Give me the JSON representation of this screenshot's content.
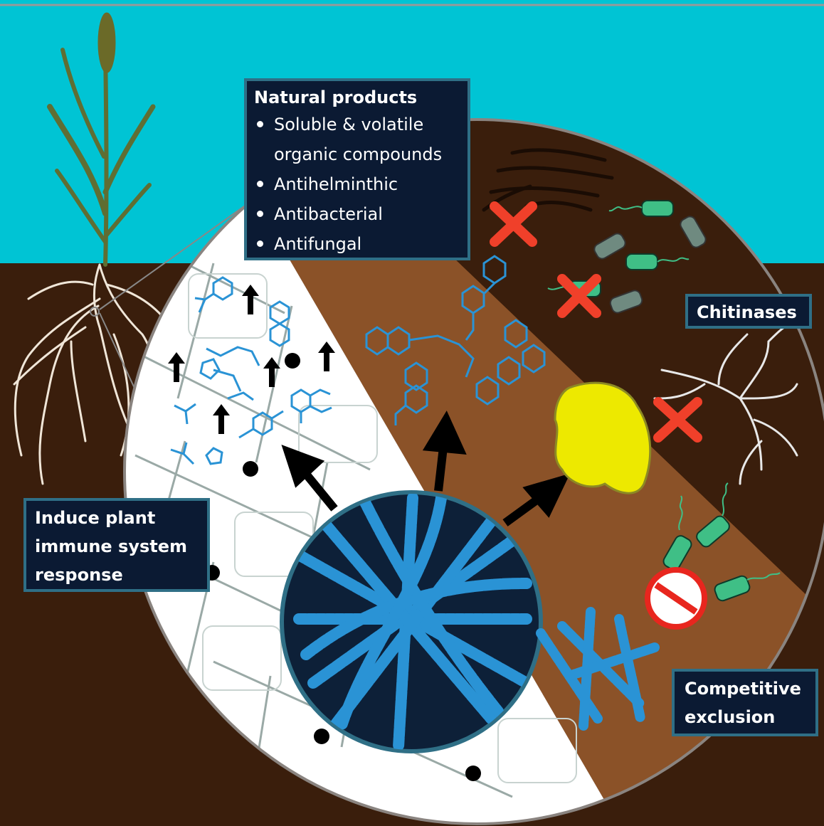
{
  "colors": {
    "sky": "#00c4d4",
    "soil": "#3a1e0c",
    "rhizosphere": "#8b5228",
    "root_cell": "#ffffff",
    "actinobacteria": "#2a93d5",
    "core_bg": "#0d2038",
    "label_bg": "#0b1a33",
    "label_border": "#2f6f86",
    "cross": "#f0402a",
    "pathogen_bacteria": "#3fbf86",
    "nematode": "#1a0c04",
    "fungus": "#e8e8e8",
    "nutrient_blob": "#ede900"
  },
  "icons": [
    "plant-icon",
    "root-system-icon",
    "nematode-icon",
    "pathogenic-bacteria-icon",
    "fungal-hyphae-icon",
    "red-cross-icon",
    "no-entry-icon",
    "arrow-icon",
    "molecule-icon",
    "streptomyces-icon"
  ],
  "labels": {
    "natural_products": {
      "title": "Natural products",
      "items": [
        {
          "line1": "Soluble & volatile",
          "line2": "organic compounds"
        },
        {
          "line1": "Antihelminthic"
        },
        {
          "line1": "Antibacterial"
        },
        {
          "line1": "Antifungal"
        }
      ]
    },
    "immune": {
      "line1": "Induce plant",
      "line2": "immune system",
      "line3": "response"
    },
    "chitinases": "Chitinases",
    "competitive": {
      "line1": "Competitive",
      "line2": "exclusion"
    }
  }
}
